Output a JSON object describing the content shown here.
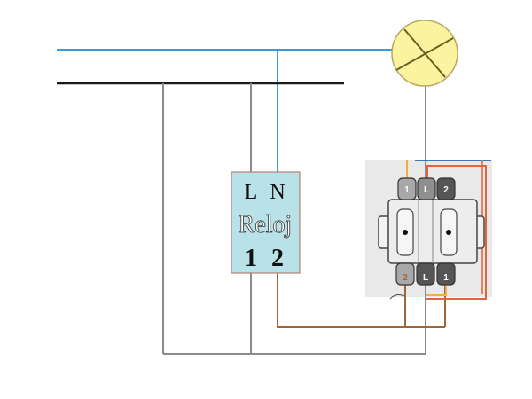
{
  "diagram": {
    "title": "Wiring diagram: timer (Reloj) with commuted switch and lamp",
    "wires": {
      "neutral": {
        "name": "neutral-line",
        "color": "#3a9ad9"
      },
      "phase": {
        "name": "phase-line",
        "color": "#1a1a1a"
      },
      "gray": {
        "name": "gray-wire",
        "color": "#8c8c8c"
      },
      "brown": {
        "name": "brown-wire",
        "color": "#a0663a"
      },
      "red": {
        "name": "red-wire",
        "color": "#e0643c"
      },
      "orange": {
        "name": "orange-wire",
        "color": "#f0b040"
      }
    },
    "timer": {
      "label": "Reloj",
      "terminal_top_left": "L",
      "terminal_top_right": "N",
      "terminal_bottom_left": "1",
      "terminal_bottom_right": "2",
      "fill_color": "#b9e2e8",
      "border_color": "#b08070"
    },
    "lamp": {
      "label": "lamp",
      "fill_color": "#fbf3a0",
      "stroke_color": "#b8a860"
    },
    "switch": {
      "top_terminals": [
        "1",
        "L",
        "2"
      ],
      "bottom_terminals": [
        "2",
        "L",
        "1"
      ],
      "background_color": "#e9e9e9"
    }
  }
}
